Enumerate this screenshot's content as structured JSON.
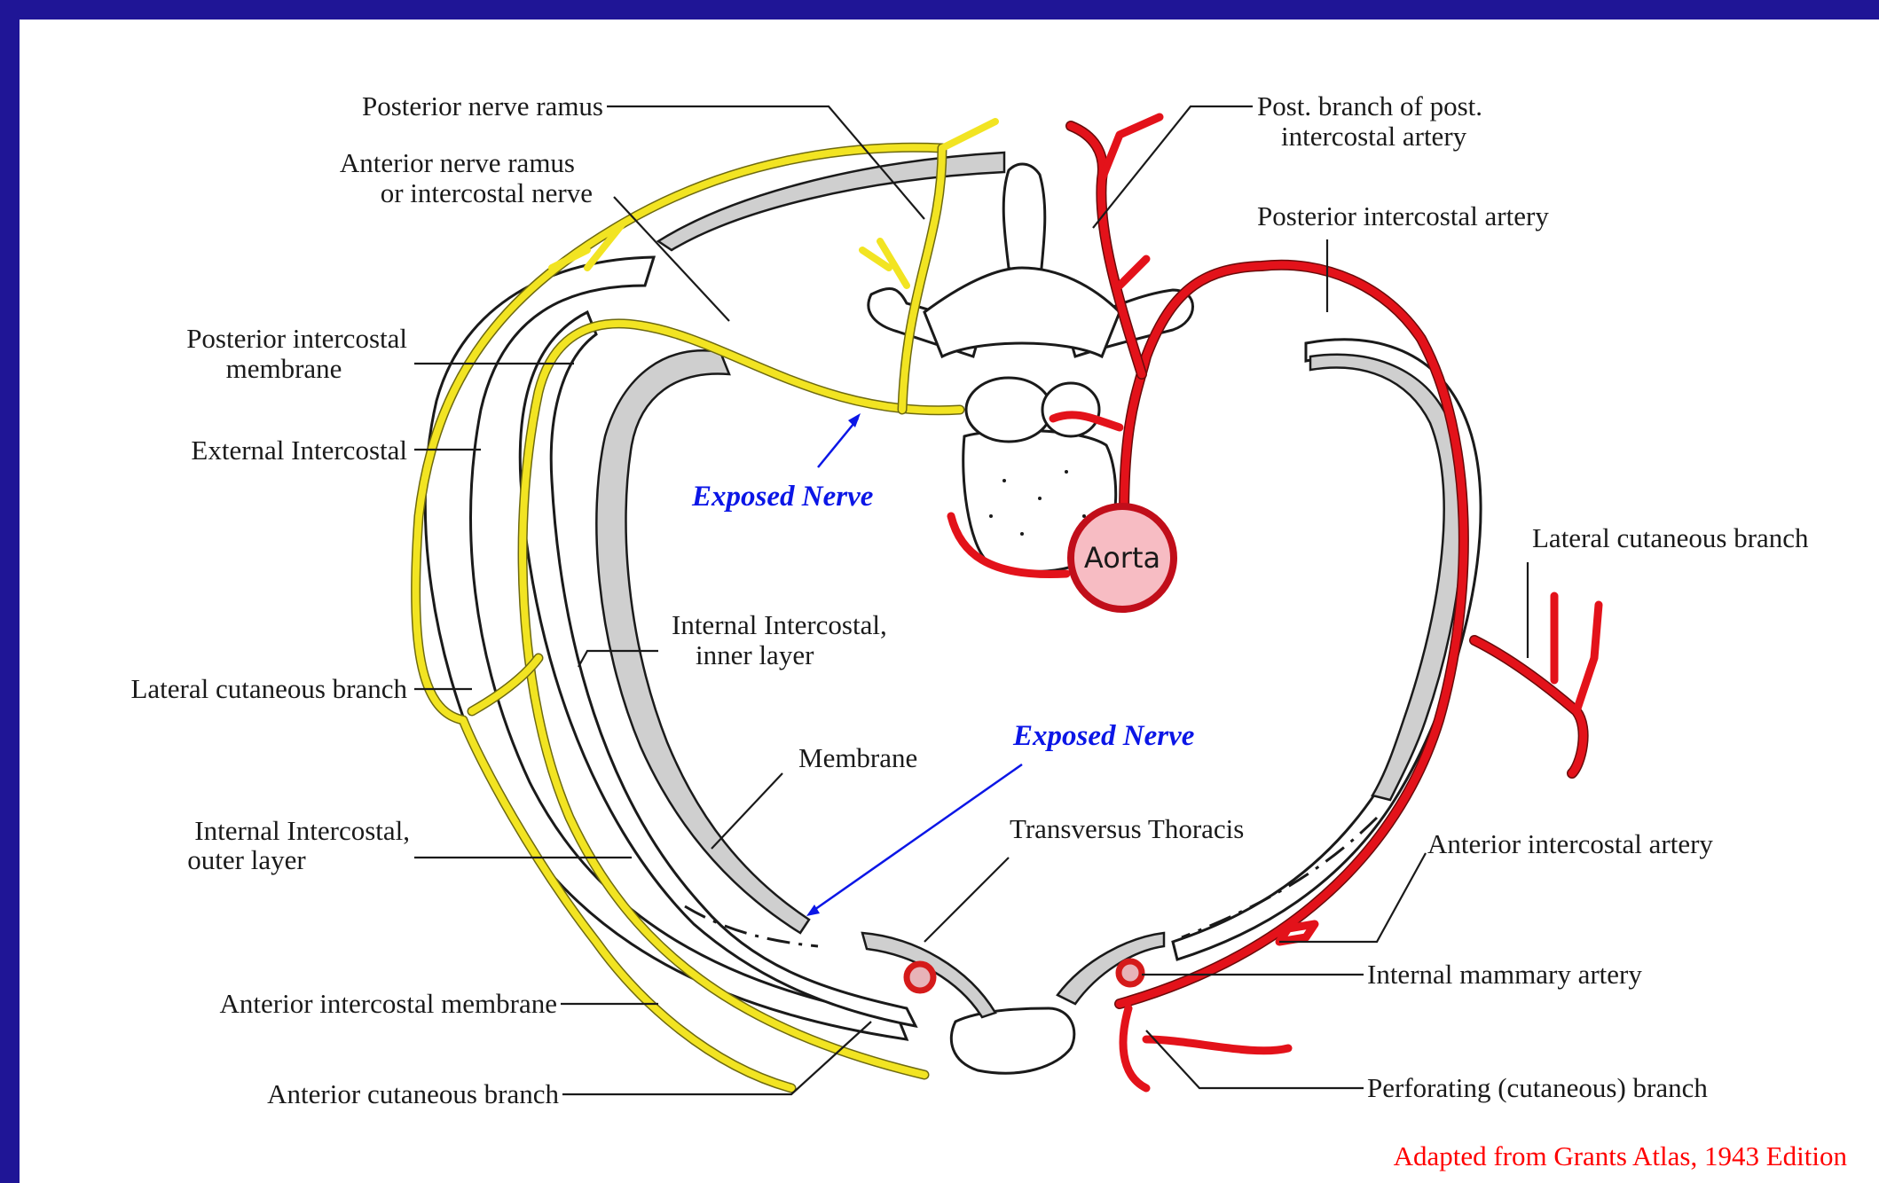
{
  "labels": {
    "posterior_nerve_ramus": "Posterior nerve ramus",
    "anterior_nerve_ramus_1": "Anterior nerve ramus",
    "anterior_nerve_ramus_2": "or intercostal nerve",
    "post_branch_1": "Post. branch of post.",
    "post_branch_2": "intercostal artery",
    "posterior_intercostal_artery": "Posterior intercostal artery",
    "posterior_intercostal_membrane_1": "Posterior intercostal",
    "posterior_intercostal_membrane_2": "membrane",
    "external_intercostal": "External Intercostal",
    "lateral_cutaneous_branch_right": "Lateral cutaneous branch",
    "internal_intercostal_inner_1": "Internal  Intercostal,",
    "internal_intercostal_inner_2": "inner layer",
    "lateral_cutaneous_branch_left": "Lateral cutaneous branch",
    "membrane": "Membrane",
    "internal_intercostal_outer_1": "Internal Intercostal,",
    "internal_intercostal_outer_2": "outer layer",
    "transversus_thoracis": "Transversus Thoracis",
    "anterior_intercostal_artery": "Anterior intercostal artery",
    "internal_mammary_artery": "Internal mammary artery",
    "anterior_intercostal_membrane": "Anterior intercostal membrane",
    "anterior_cutaneous_branch": "Anterior  cutaneous  branch",
    "perforating_branch": "Perforating (cutaneous) branch",
    "aorta": "Aorta"
  },
  "annotations": {
    "exposed_nerve_top": "Exposed Nerve",
    "exposed_nerve_bottom": "Exposed Nerve"
  },
  "credit": "Adapted from Grants Atlas, 1943 Edition",
  "colors": {
    "background": "#1f1596",
    "nerve": "#f2e422",
    "artery": "#e3121a",
    "annotation": "#0b16e6",
    "credit": "#ff0000"
  }
}
